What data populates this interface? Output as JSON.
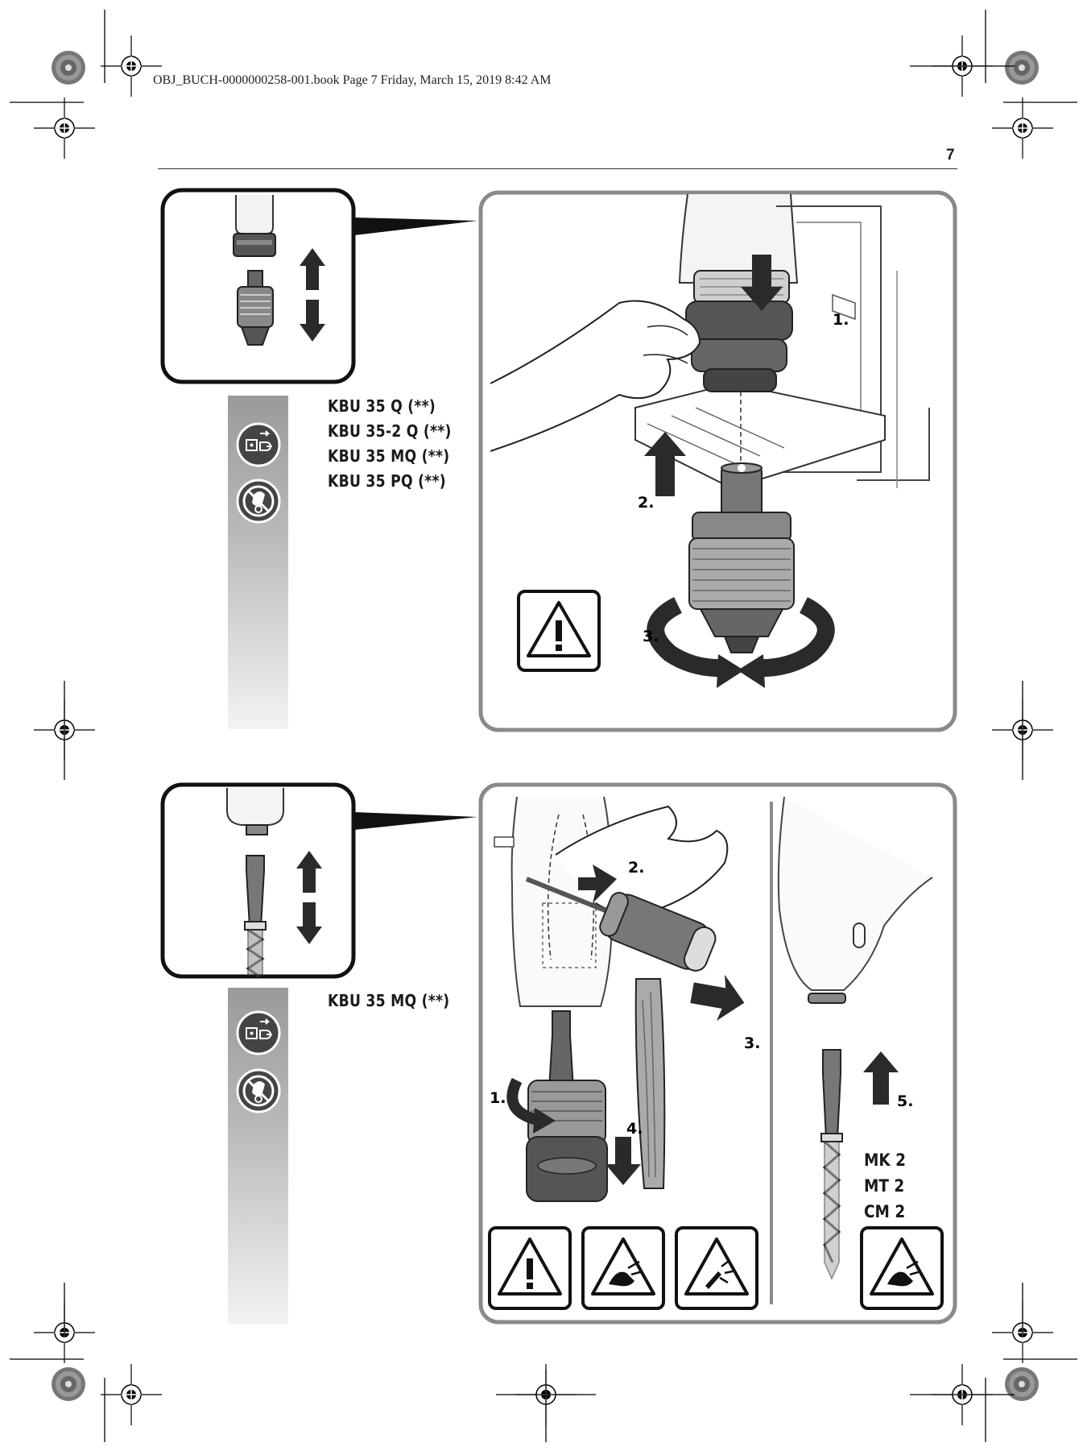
{
  "header": {
    "book_line": "OBJ_BUCH-0000000258-001.book  Page 7  Friday, March 15, 2019  8:42 AM",
    "page_number": "7"
  },
  "section_top": {
    "models": [
      "KBU 35 Q (**)",
      "KBU 35-2 Q (**)",
      "KBU 35 MQ (**)",
      "KBU 35 PQ (**)"
    ],
    "steps": [
      "1.",
      "2.",
      "3."
    ],
    "sidebar_icons": [
      "unplug-before-work-icon",
      "no-gloves-icon"
    ],
    "warning_icons": [
      "general-warning-icon"
    ]
  },
  "section_bottom": {
    "models": [
      "KBU 35 MQ (**)"
    ],
    "steps": [
      "1.",
      "2.",
      "3.",
      "4.",
      "5."
    ],
    "taper_specs": [
      "MK 2",
      "MT 2",
      "CM 2"
    ],
    "sidebar_icons": [
      "unplug-before-work-icon",
      "no-gloves-icon"
    ],
    "warning_icons": [
      "general-warning-icon",
      "hand-injury-warning-icon",
      "flying-parts-warning-icon",
      "hand-injury-warning-icon"
    ]
  },
  "colors": {
    "frame": "#8a8a8a",
    "inset_frame": "#111111",
    "sidebar_top": "#9a9a9a",
    "sidebar_bottom": "#f2f2f2"
  }
}
